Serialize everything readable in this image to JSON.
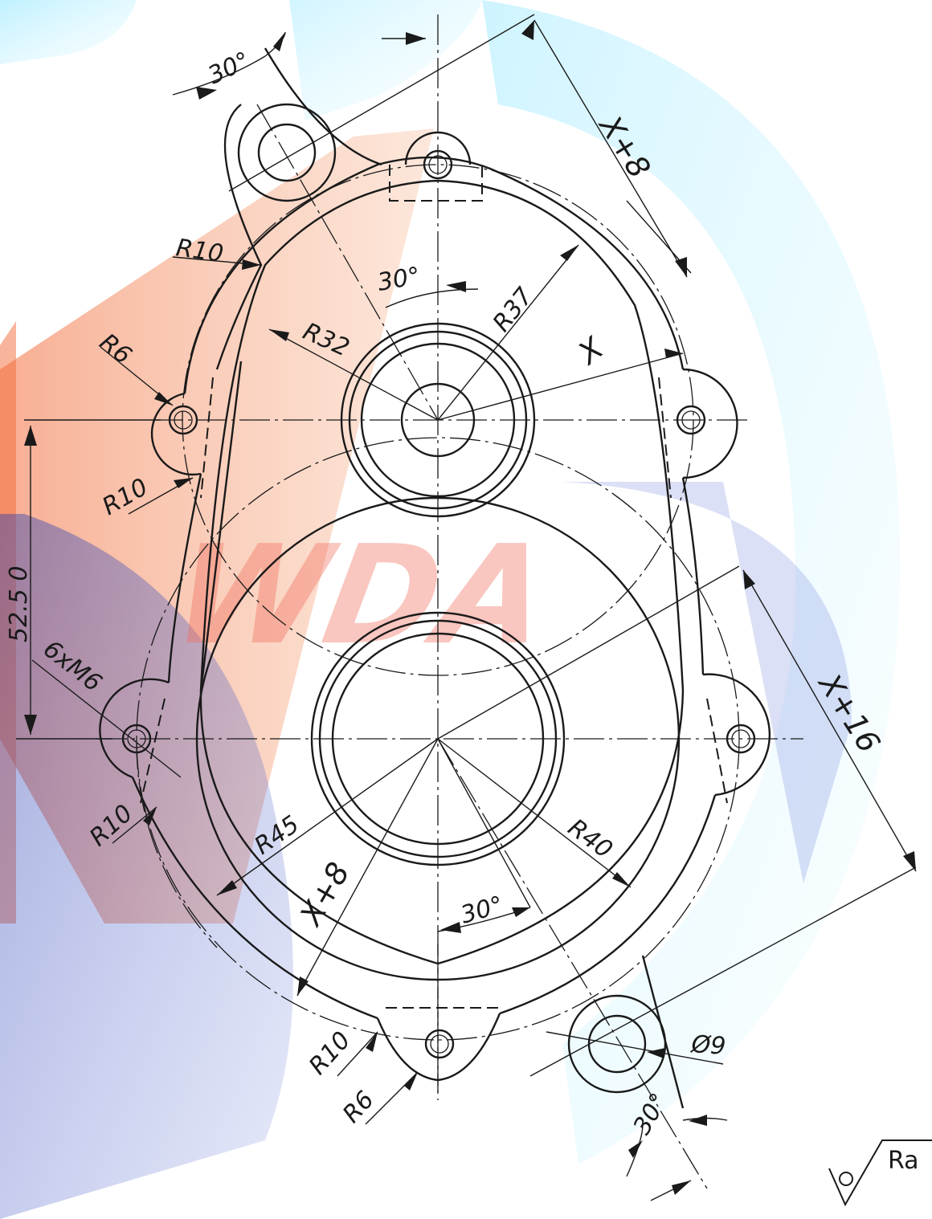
{
  "watermark": "WDA",
  "colors": {
    "line": "#1a1a1a",
    "watermark_red": "#f26b5b",
    "watermark_orange": "#f4a070",
    "watermark_blue": "#3a55c8",
    "watermark_cyan": "#7fe3ff"
  },
  "dimensions": {
    "top_ear_angle": "30°",
    "r10_top_left": "R10",
    "r6_left": "R6",
    "r10_left_mid": "R10",
    "vertical_distance": "52.5 0",
    "thread_callout": "6xM6",
    "r10_lower_left": "R10",
    "r45": "R45",
    "x8_lower": "X+8",
    "r40": "R40",
    "angle_bottom_center": "30°",
    "r10_bottom": "R10",
    "r6_bottom": "R6",
    "dia9": "Ø9",
    "angle_bottom_right": "30°",
    "x8_top": "X+8",
    "x_mid": "X",
    "r37": "R37",
    "r32": "R32",
    "angle_top_center": "30°",
    "x16": "X+16"
  },
  "surface_symbol": {
    "label": "Ra",
    "icon": "surface-roughness-icon"
  }
}
